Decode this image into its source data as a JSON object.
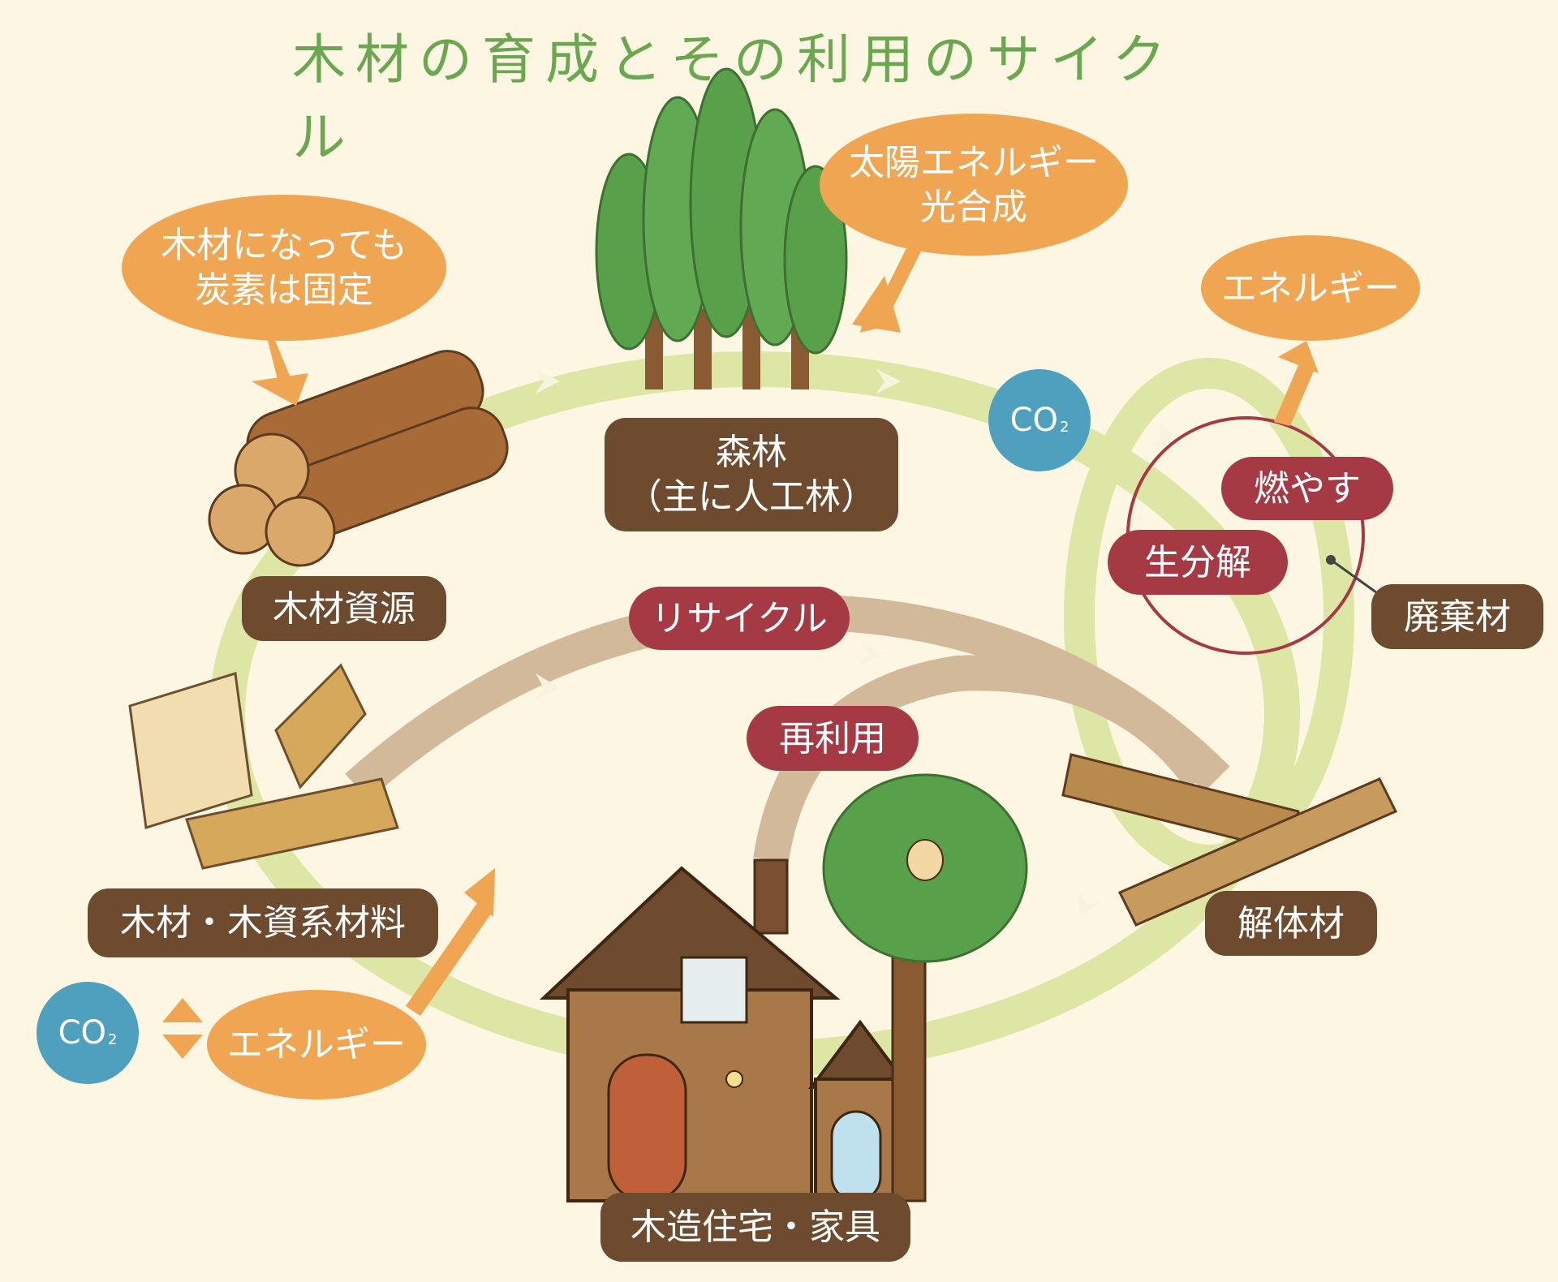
{
  "title": "木材の育成とその利用のサイクル",
  "nodes": {
    "forest_line1": "森林",
    "forest_line2": "（主に人工林）",
    "timber_resource": "木材資源",
    "wood_materials": "木材・木資系材料",
    "wooden_house": "木造住宅・家具",
    "demolition_wood": "解体材",
    "waste_wood": "廃棄材"
  },
  "processes": {
    "recycle": "リサイクル",
    "reuse": "再利用",
    "burn": "燃やす",
    "biodegrade": "生分解"
  },
  "bubbles": {
    "solar_line1": "太陽エネルギー",
    "solar_line2": "光合成",
    "carbon_line1": "木材になっても",
    "carbon_line2": "炭素は固定",
    "energy_right": "エネルギー",
    "energy_left": "エネルギー"
  },
  "co2": {
    "right": "CO",
    "left": "CO",
    "subscript": "2"
  },
  "colors": {
    "background": "#fdf6e2",
    "title_green": "#6aa84f",
    "outer_loop": "#dde6a4",
    "inner_loop": "#d2b99a",
    "bubble_orange": "#f0a553",
    "label_brown": "#6e4a2e",
    "label_red": "#a63a44",
    "co2_blue": "#4f9fbe"
  }
}
